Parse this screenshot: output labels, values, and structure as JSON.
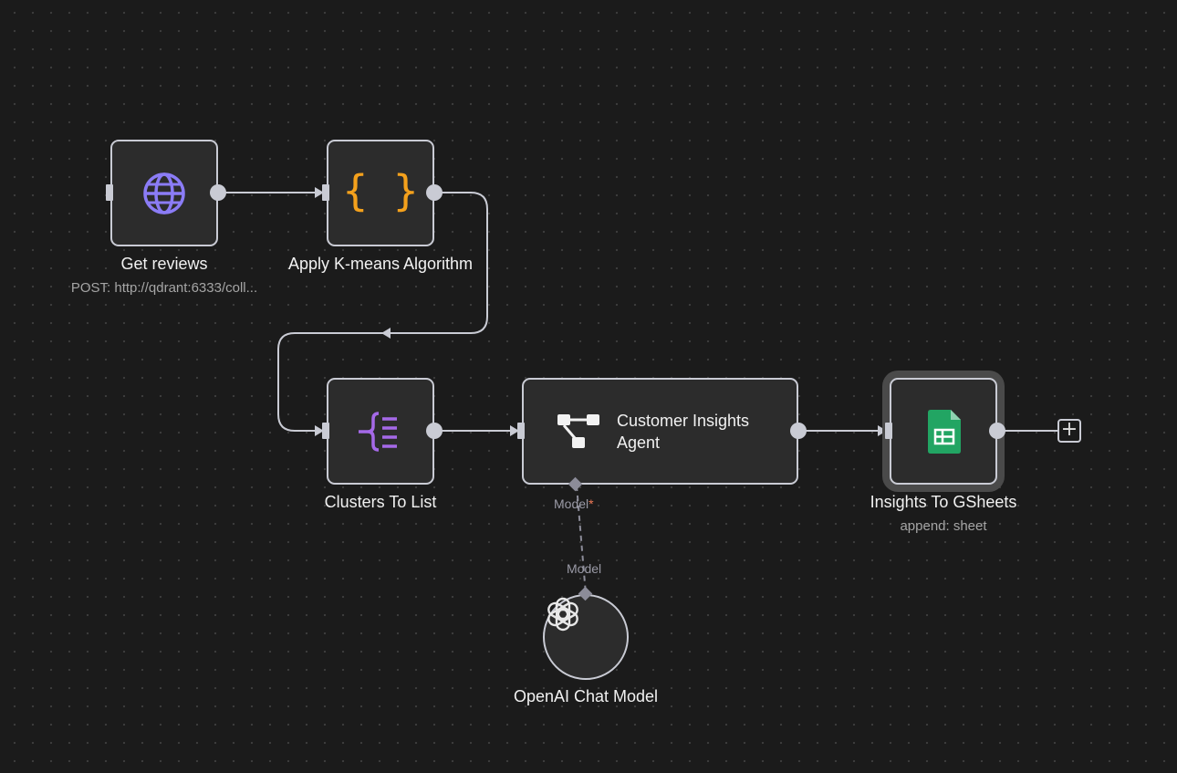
{
  "canvas": {
    "nodes": {
      "get_reviews": {
        "title": "Get reviews",
        "subtitle": "POST: http://qdrant:6333/coll...",
        "icon": "globe-icon",
        "icon_color": "#8b7cf6"
      },
      "kmeans": {
        "title": "Apply K-means Algorithm",
        "icon": "code-braces-icon",
        "icon_color": "#f4a11c"
      },
      "clusters": {
        "title": "Clusters To List",
        "icon": "split-out-icon",
        "icon_color": "#a569e8"
      },
      "agent": {
        "title": "Customer Insights Agent",
        "icon": "agent-icon",
        "model_port_label": "Model",
        "model_port_required": "*"
      },
      "gsheets": {
        "title": "Insights To GSheets",
        "subtitle": "append: sheet",
        "icon": "google-sheets-icon",
        "icon_color": "#22a563"
      },
      "openai": {
        "title": "OpenAI Chat Model",
        "icon": "openai-icon",
        "port_label": "Model"
      }
    },
    "add_button": {
      "label": "+",
      "icon": "plus-icon"
    },
    "colors": {
      "background": "#1b1b1b",
      "node_bg": "#2c2c2c",
      "node_border": "#c9cbd4",
      "edge": "#c9cbd4"
    }
  }
}
